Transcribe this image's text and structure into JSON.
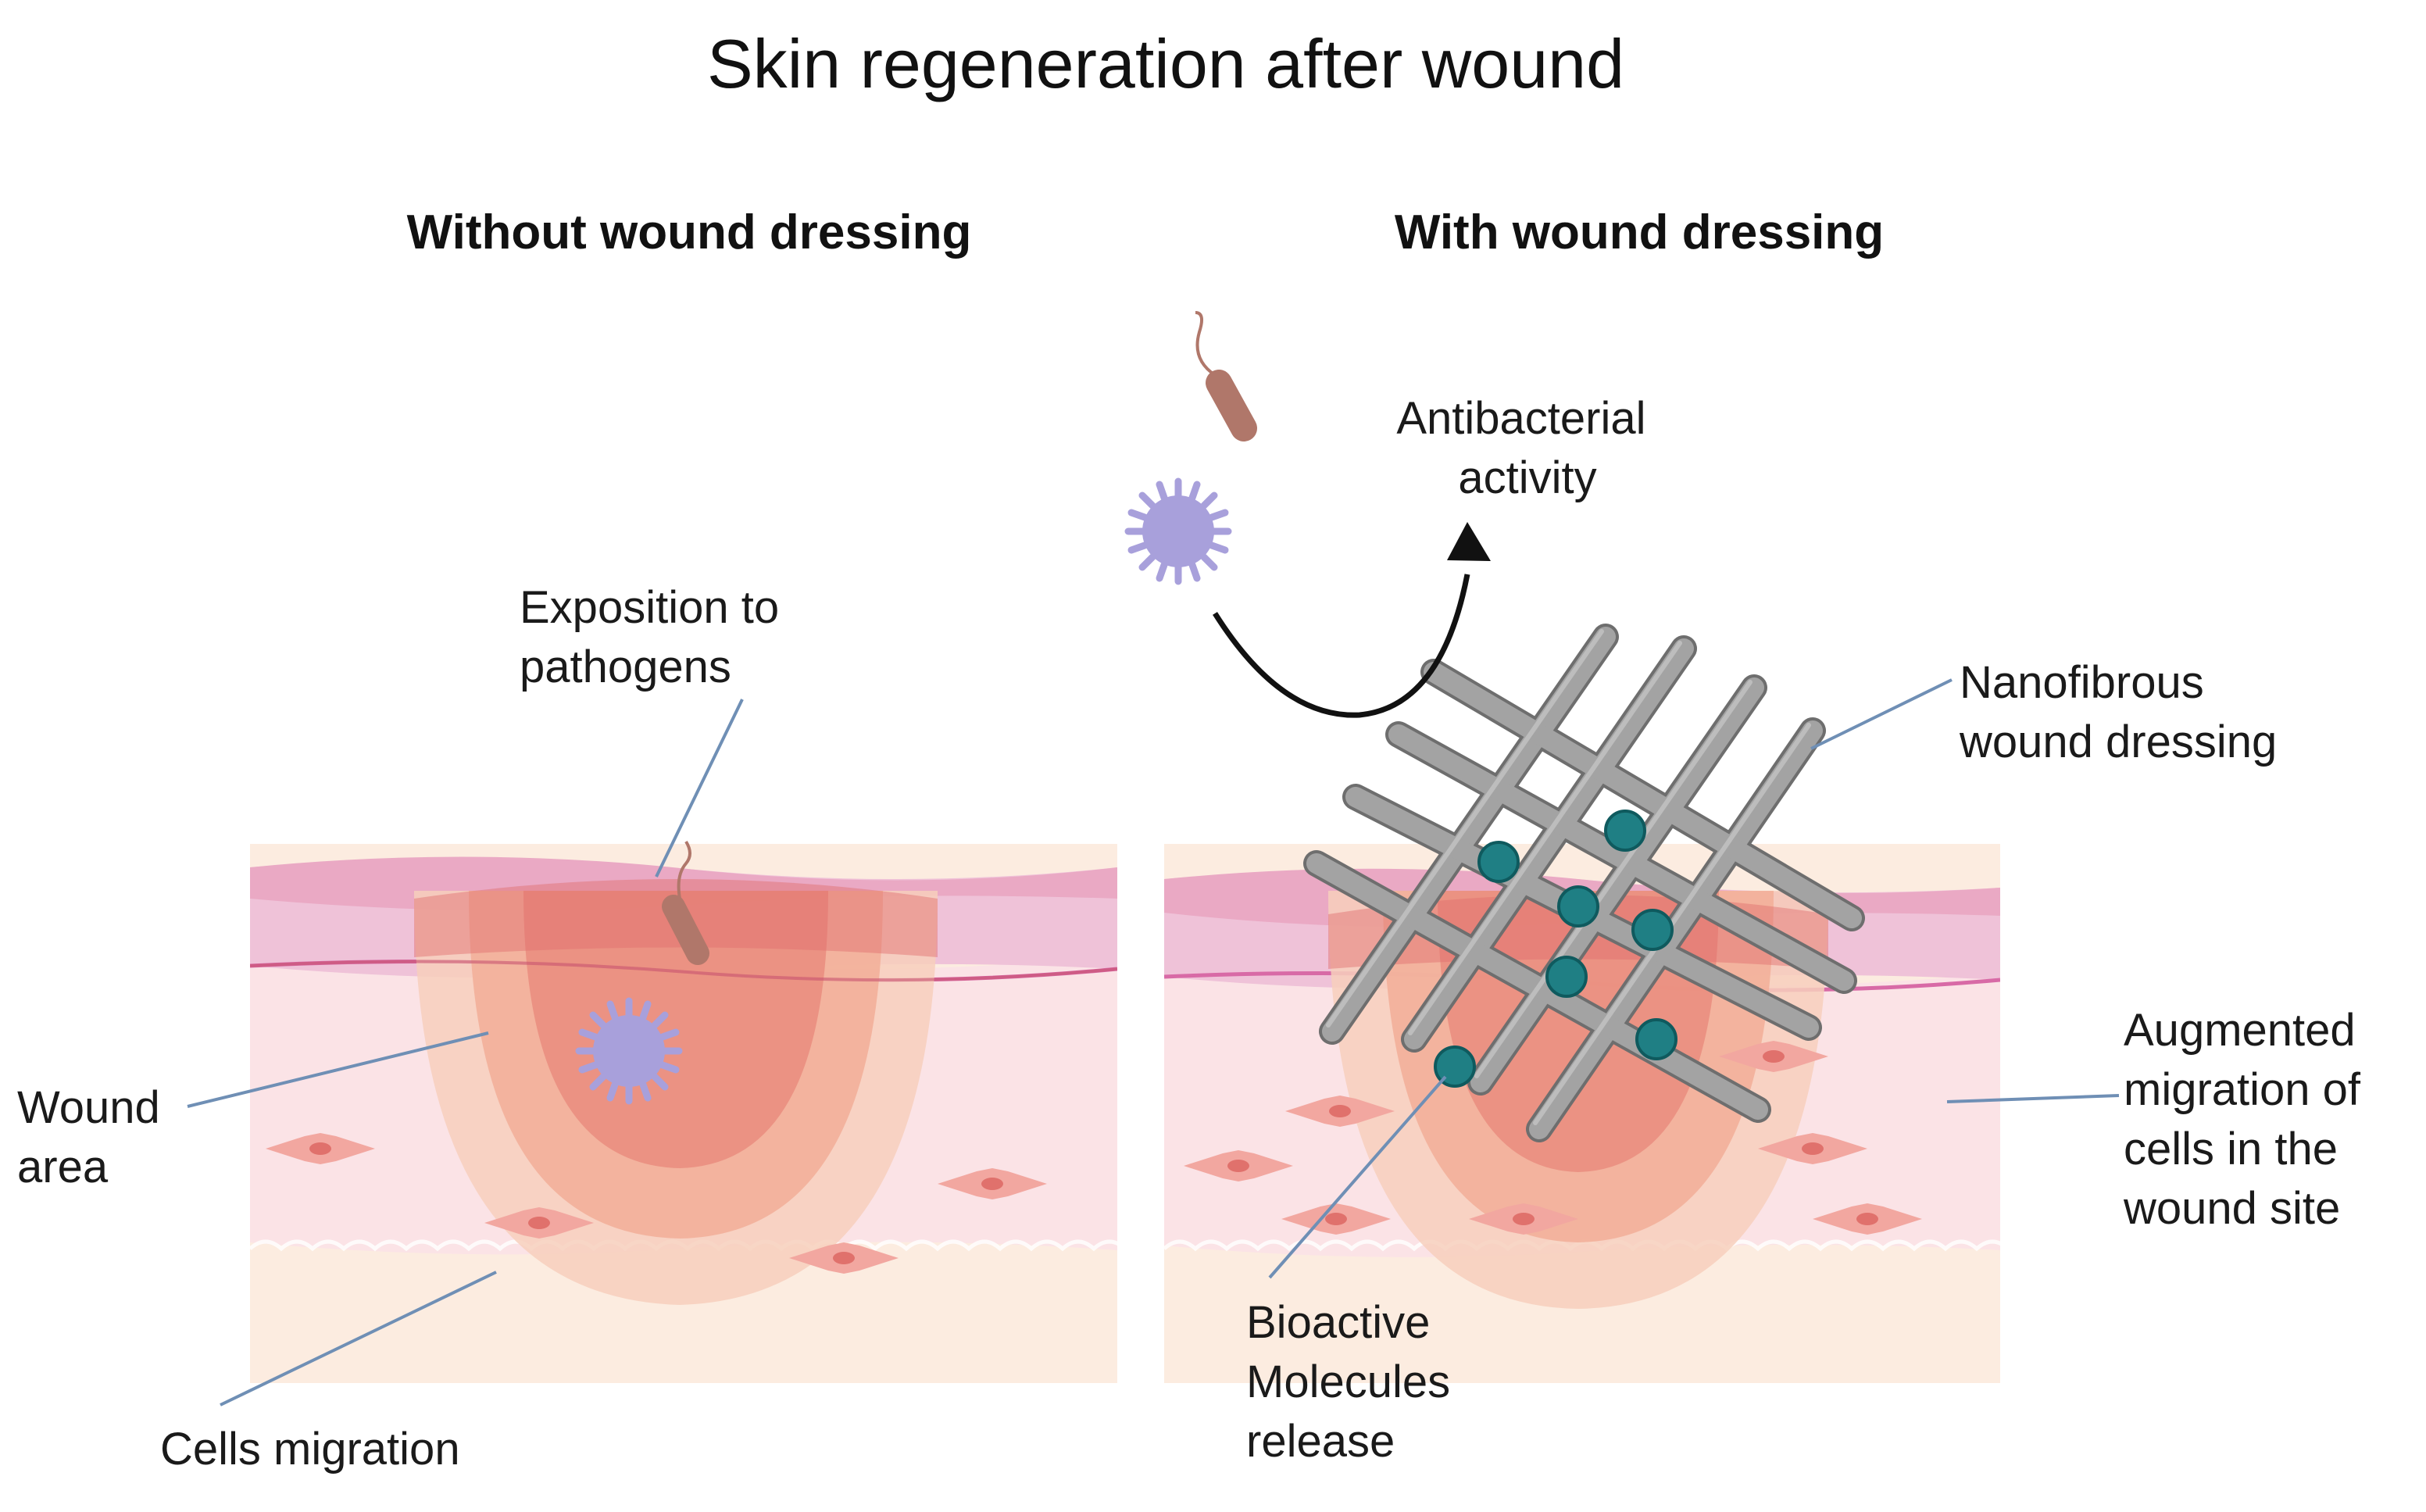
{
  "title": "Skin regeneration after wound",
  "panels": {
    "left": {
      "heading": "Without wound dressing"
    },
    "right": {
      "heading": "With wound dressing"
    }
  },
  "labels": {
    "exposition": [
      "Exposition to",
      "pathogens"
    ],
    "wound_area": [
      "Wound",
      "area"
    ],
    "cells_migration": [
      "Cells migration"
    ],
    "antibacterial": [
      "Antibacterial",
      "activity"
    ],
    "nanofibrous": [
      "Nanofibrous",
      "wound dressing"
    ],
    "augmented": [
      "Augmented",
      "migration of",
      "cells in the",
      "wound site"
    ],
    "bioactive": [
      "Bioactive",
      "Molecules",
      "release"
    ]
  },
  "colors": {
    "epidermis": "#efc2d8",
    "dermis": "#fbe3e6",
    "hypodermis": "#fcece0",
    "wound_outer": "#f7cfbc",
    "wound_mid": "#f2ae98",
    "wound_inner": "#e98a7c",
    "fiber": "#9c9c9c",
    "molecule": "#1f7f84",
    "bacteria": "#b0776a",
    "virus": "#a8a0db",
    "leader": "#6f8fb5"
  }
}
